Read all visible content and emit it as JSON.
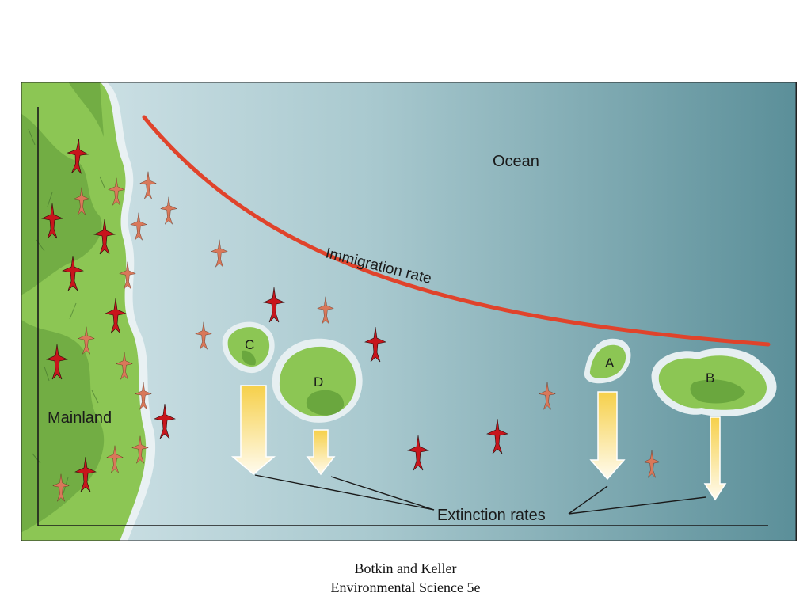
{
  "diagram": {
    "ocean_label": "Ocean",
    "mainland_label": "Mainland",
    "curve_label": "Immigration rate",
    "extinction_label": "Extinction rates",
    "islands": [
      {
        "id": "C",
        "label": "C"
      },
      {
        "id": "D",
        "label": "D"
      },
      {
        "id": "A",
        "label": "A"
      },
      {
        "id": "B",
        "label": "B"
      }
    ],
    "colors": {
      "curve": "#e0432b",
      "land_light": "#8bc653",
      "land_dark": "#6aa73e",
      "ocean_left": "#c9dde2",
      "ocean_right": "#5e939c",
      "bird_red": "#c8151c",
      "bird_salmon": "#d9785a",
      "arrow_top": "#f7d24a",
      "arrow_bottom": "#fffbea"
    }
  },
  "caption": {
    "line1": "Botkin and Keller",
    "line2": "Environmental Science 5e"
  }
}
